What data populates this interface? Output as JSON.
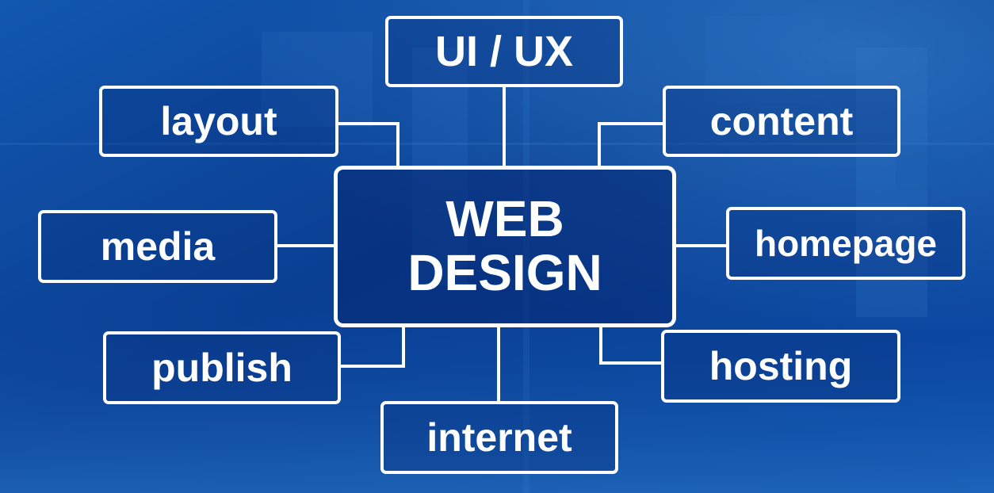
{
  "diagram": {
    "center": "WEB\nDESIGN",
    "nodes": {
      "ui_ux": "UI / UX",
      "layout": "layout",
      "content": "content",
      "media": "media",
      "homepage": "homepage",
      "publish": "publish",
      "hosting": "hosting",
      "internet": "internet"
    }
  },
  "colors": {
    "background": "#0a3f8f",
    "line": "#ffffff",
    "text": "#ffffff"
  }
}
